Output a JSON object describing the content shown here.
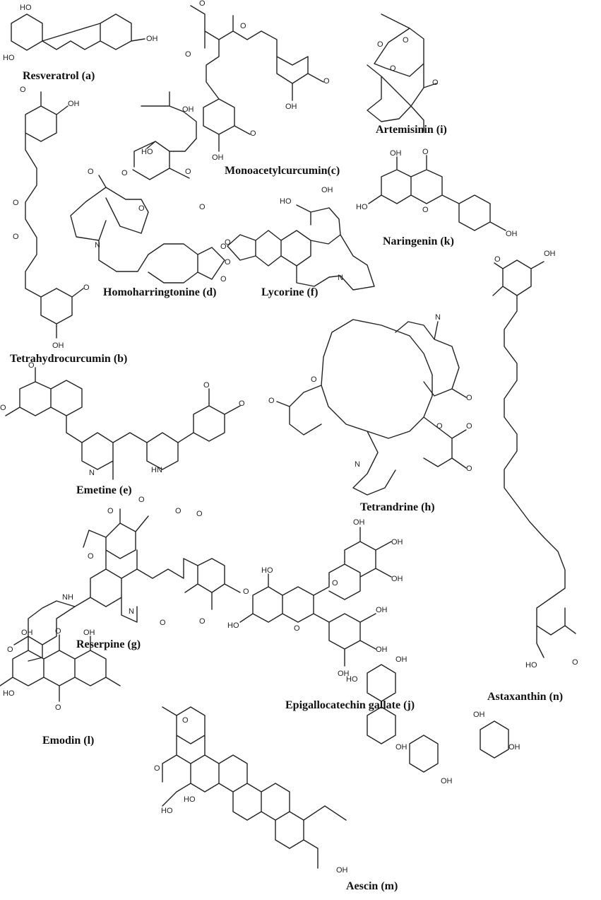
{
  "compounds": {
    "resveratrol": "Resveratrol (a)",
    "tetrahydrocurcumin": "Tetrahydrocurcumin (b)",
    "monoacetylcurcumin": "Monoacetylcurcumin(c)",
    "homoharringtonine": "Homoharringtonine (d)",
    "emetine": "Emetine (e)",
    "lycorine": "Lycorine (f)",
    "reserpine": "Reserpine (g)",
    "tetrandrine": "Tetrandrine (h)",
    "artemisinin": "Artemisinin (i)",
    "egcg": "Epigallocatechin gallate (j)",
    "naringenin": "Naringenin (k)",
    "emodin": "Emodin (l)",
    "aescin": "Aescin (m)",
    "astaxanthin": "Astaxanthin (n)"
  },
  "atoms": {
    "oh": "OH",
    "ho": "HO",
    "o": "O",
    "n": "N",
    "nh": "NH",
    "hn": "HN"
  }
}
